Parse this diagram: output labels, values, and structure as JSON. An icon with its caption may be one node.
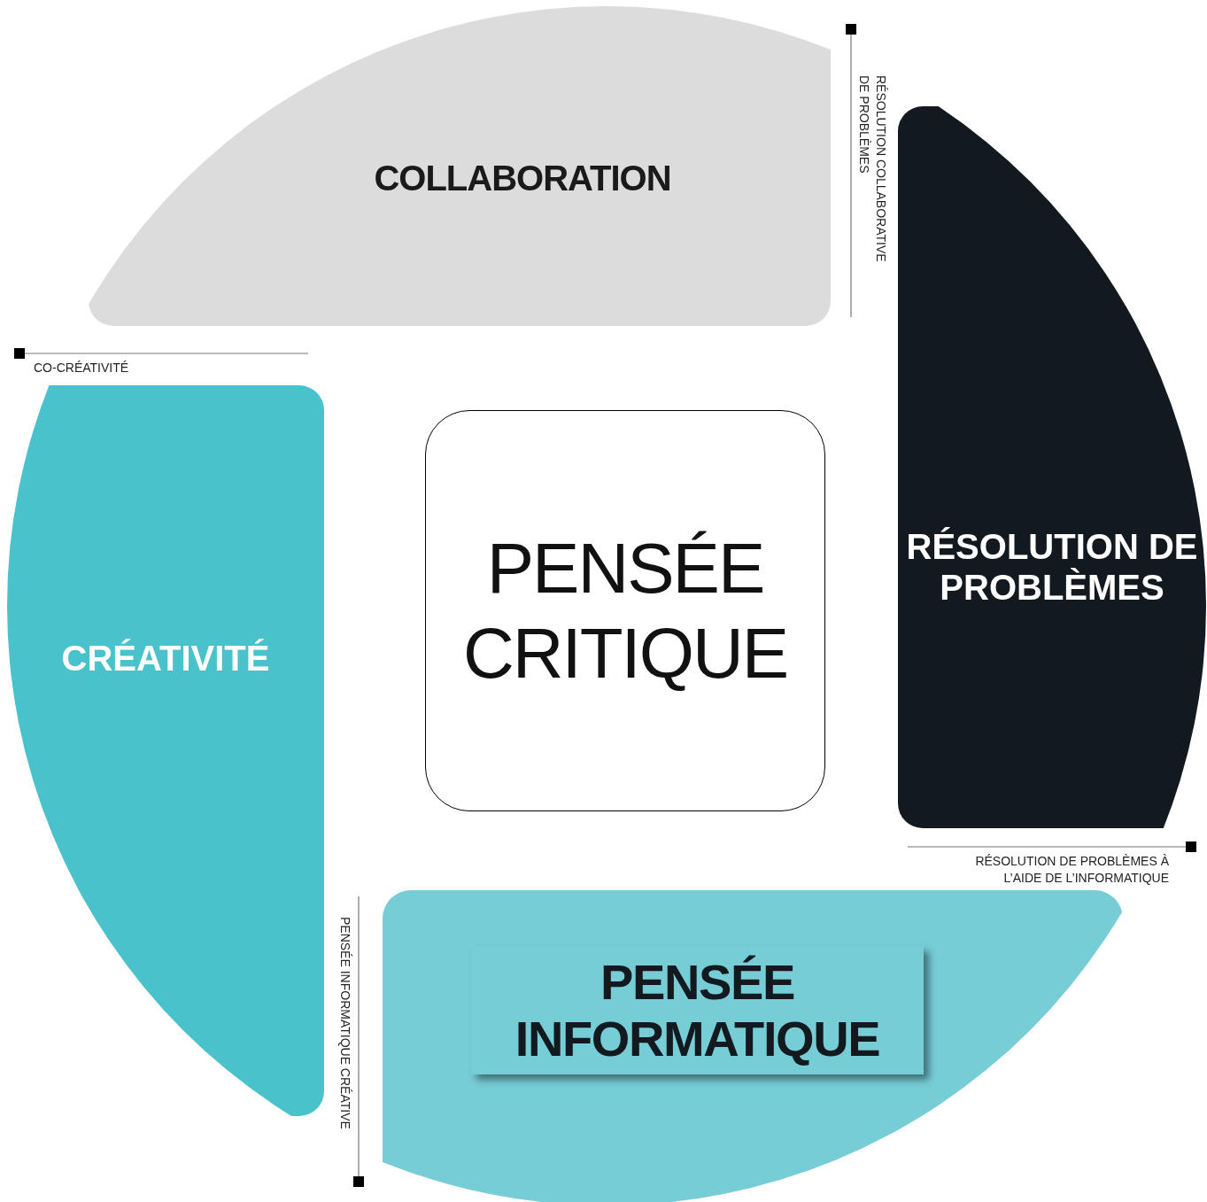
{
  "diagram": {
    "nodes": [
      {
        "text": [
          "COLLABORATION"
        ]
      },
      {
        "text": [
          "CRÉATIVITÉ"
        ]
      },
      {
        "text": [
          "PENSÉE CRITIQUE"
        ]
      },
      {
        "text": [
          "RÉSOLUTION DE PROBLÈMES"
        ]
      },
      {
        "text": [],
        "shape": "segment"
      },
      {
        "text": [
          "PENSÉE INFORMATIQUE"
        ],
        "in": 4
      },
      {
        "text": [
          "RÉSOLUTION COLLABORATIVE DE PROBLÈMES"
        ]
      },
      {
        "text": [
          "CO-CRÉATIVITÉ"
        ]
      },
      {
        "text": [
          "RÉSOLUTION DE PROBLÈMES À L’AIDE DE L’INFORMATIQUE"
        ]
      },
      {
        "text": [
          "PENSÉE INFORMATIQUE CRÉATIVE"
        ]
      }
    ],
    "edges": [
      {
        "from": 6,
        "to": null,
        "arrow": "other"
      },
      {
        "from": 7,
        "to": null,
        "arrow": "other"
      },
      {
        "from": 8,
        "to": null,
        "arrow": "other"
      },
      {
        "from": 9,
        "to": 4,
        "arrow": "other"
      }
    ]
  }
}
